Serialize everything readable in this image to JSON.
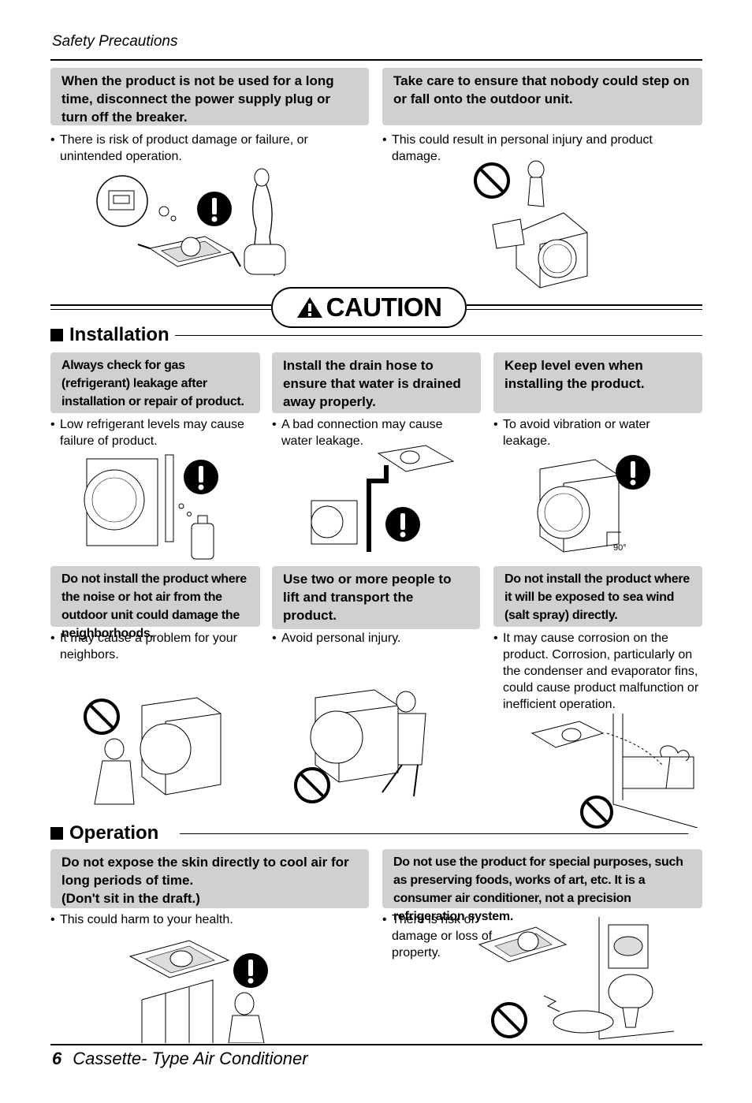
{
  "header": {
    "title": "Safety Precautions"
  },
  "top": [
    {
      "title": "When the product is not be used for a long time, disconnect the power supply plug or turn off the breaker.",
      "note": "There is risk of product damage or failure, or unintended operation."
    },
    {
      "title": "Take care to ensure that nobody could step on or fall onto the outdoor unit.",
      "note": "This could result in personal injury and product damage."
    }
  ],
  "caution": {
    "label": "CAUTION"
  },
  "installation": {
    "heading": "Installation",
    "items": [
      {
        "title": "Always check for gas (refrigerant) leakage after installation or repair of product.",
        "note": "Low refrigerant levels may cause failure of product."
      },
      {
        "title": "Install the drain hose to ensure that water is drained away properly.",
        "note": "A bad connection may cause water leakage."
      },
      {
        "title": "Keep level even when installing the product.",
        "note": "To avoid vibration or water leakage.",
        "angle": "90°"
      },
      {
        "title": "Do not install the product where the noise or hot air from the outdoor unit could damage the neighborhoods.",
        "note": "It may cause a problem for your neighbors."
      },
      {
        "title": "Use two or more people to lift and transport the product.",
        "note": "Avoid personal injury."
      },
      {
        "title": "Do not install the product where it will be exposed to sea wind (salt spray) directly.",
        "note": "It may cause corrosion on the product. Corrosion, particularly on the condenser and evaporator fins, could cause product malfunction or inefficient operation."
      }
    ]
  },
  "operation": {
    "heading": "Operation",
    "items": [
      {
        "title_line1": "Do not expose the skin directly to cool air for long periods of time.",
        "title_line2": "(Don't sit in the draft.)",
        "note": "This could harm to your health."
      },
      {
        "title": "Do not use the product for special purposes, such as preserving foods, works of art, etc. It is a consumer air conditioner, not a precision refrigeration system.",
        "note": "There is risk of damage or loss of property."
      }
    ]
  },
  "footer": {
    "page_number": "6",
    "doc_title": "Cassette- Type Air Conditioner"
  },
  "colors": {
    "box_bg": "#d0d0d0",
    "text": "#000000"
  }
}
